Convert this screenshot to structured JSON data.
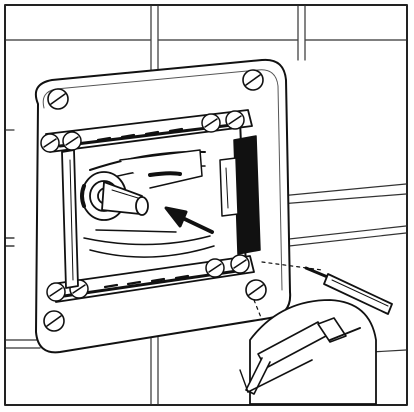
{
  "figure": {
    "kind": "installation-illustration",
    "palette": {
      "ink": "#111111",
      "paper": "#ffffff",
      "shade": "#f2f2f2",
      "border": "#222222"
    },
    "parts": [
      "tile-wall",
      "cover-plate",
      "mounting-frame",
      "screw",
      "actuator-rod",
      "direction-arrow",
      "screwdriver",
      "hacksaw-detail"
    ]
  }
}
